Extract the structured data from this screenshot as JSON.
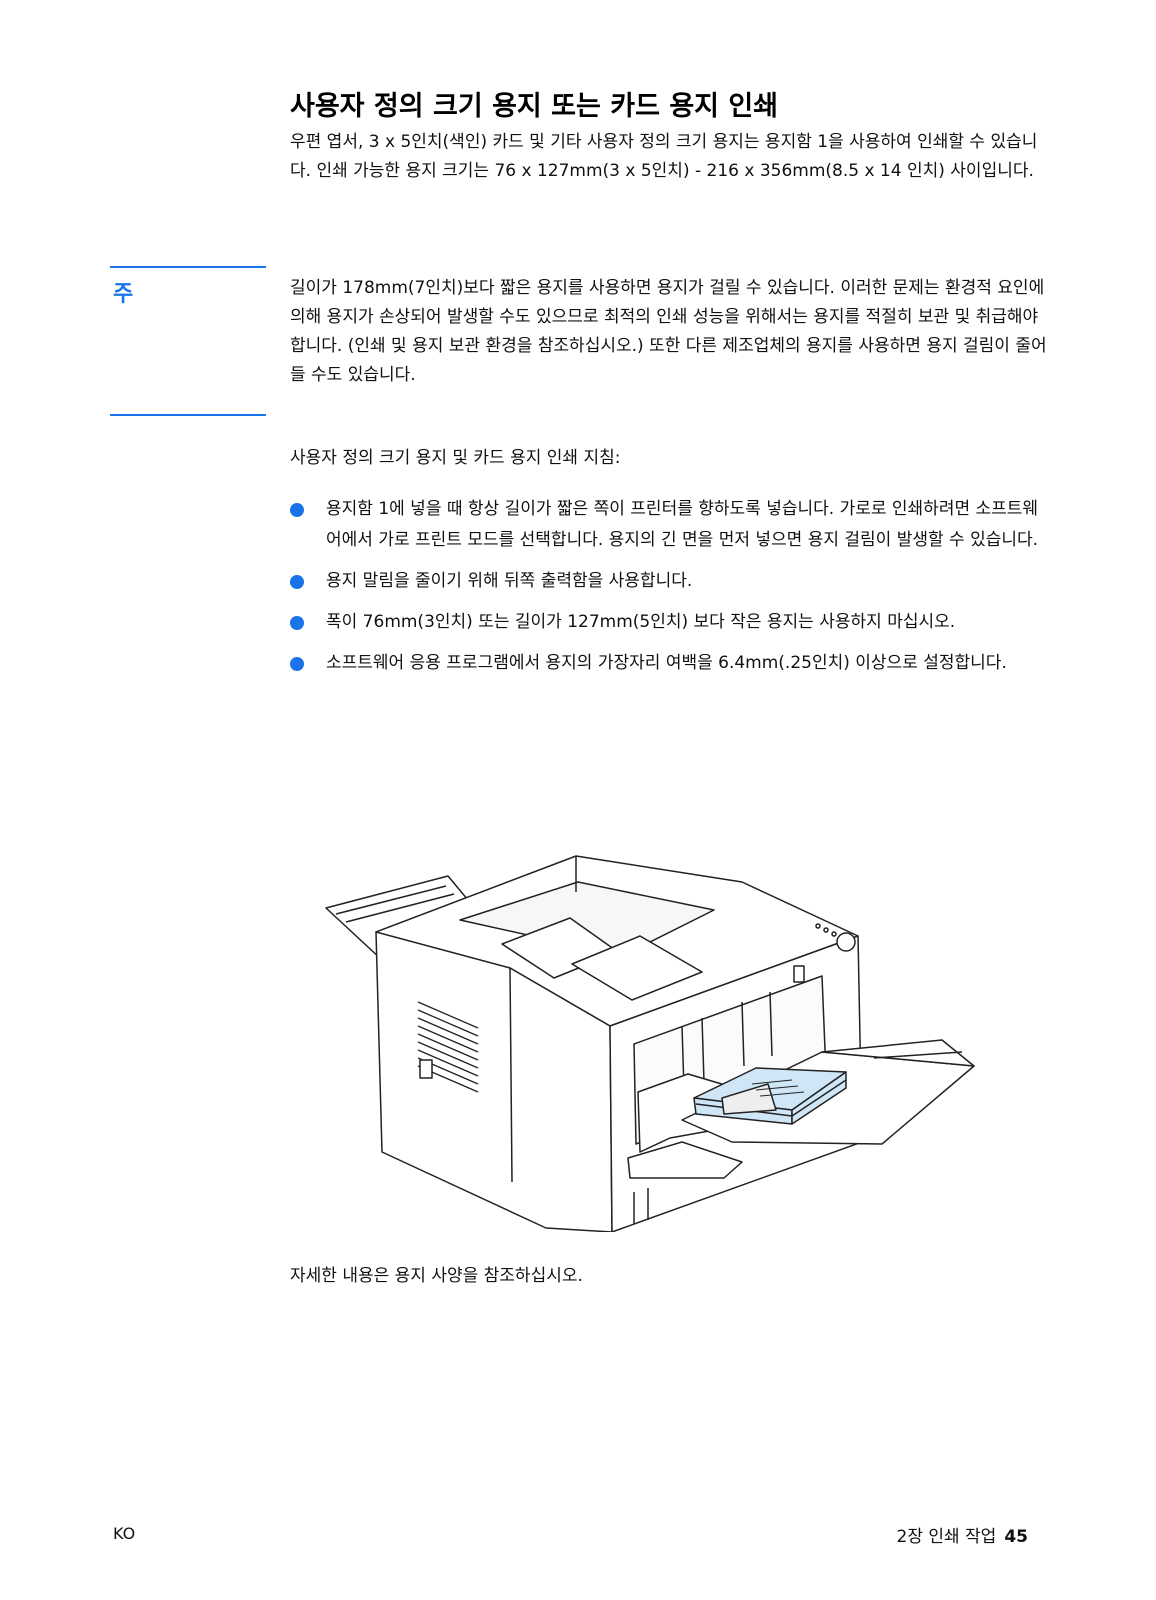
{
  "title": "사용자 정의 크기 용지 또는 카드 용지 인쇄",
  "intro": "우편 엽서, 3 x 5인치(색인) 카드 및 기타 사용자 정의 크기 용지는 용지함 1을 사용하여 인쇄할 수 있습니다. 인쇄 가능한 용지 크기는 76 x 127mm(3 x 5인치) - 216 x 356mm(8.5 x 14 인치) 사이입니다.",
  "note": {
    "label": "주",
    "text": "길이가 178mm(7인치)보다 짧은 용지를 사용하면 용지가 걸릴 수 있습니다. 이러한 문제는 환경적 요인에 의해 용지가 손상되어 발생할 수도 있으므로 최적의 인쇄 성능을 위해서는 용지를 적절히 보관 및 취급해야 합니다. (인쇄 및 용지 보관 환경을 참조하십시오.) 또한 다른 제조업체의 용지를 사용하면 용지 걸림이 줄어들 수도 있습니다."
  },
  "lead": "사용자 정의 크기 용지 및 카드 용지 인쇄 지침:",
  "bullets": [
    "용지함 1에 넣을 때 항상 길이가 짧은 쪽이 프린터를 향하도록 넣습니다. 가로로 인쇄하려면 소프트웨어에서 가로 프린트 모드를 선택합니다. 용지의 긴 면을 먼저 넣으면 용지 걸림이 발생할 수 있습니다.",
    "용지 말림을 줄이기 위해 뒤쪽 출력함을 사용합니다.",
    "폭이 76mm(3인치) 또는 길이가 127mm(5인치) 보다 작은 용지는 사용하지 마십시오.",
    "소프트웨어 응용 프로그램에서 용지의 가장자리 여백을 6.4mm(.25인치) 이상으로 설정합니다."
  ],
  "reference": "자세한 내용은 용지 사양을 참조하십시오.",
  "footer": {
    "lang": "KO",
    "chapter": "2장 인쇄 작업",
    "page": "45"
  },
  "colors": {
    "accent": "#1a73e8",
    "paper": "#cfe6f7"
  }
}
